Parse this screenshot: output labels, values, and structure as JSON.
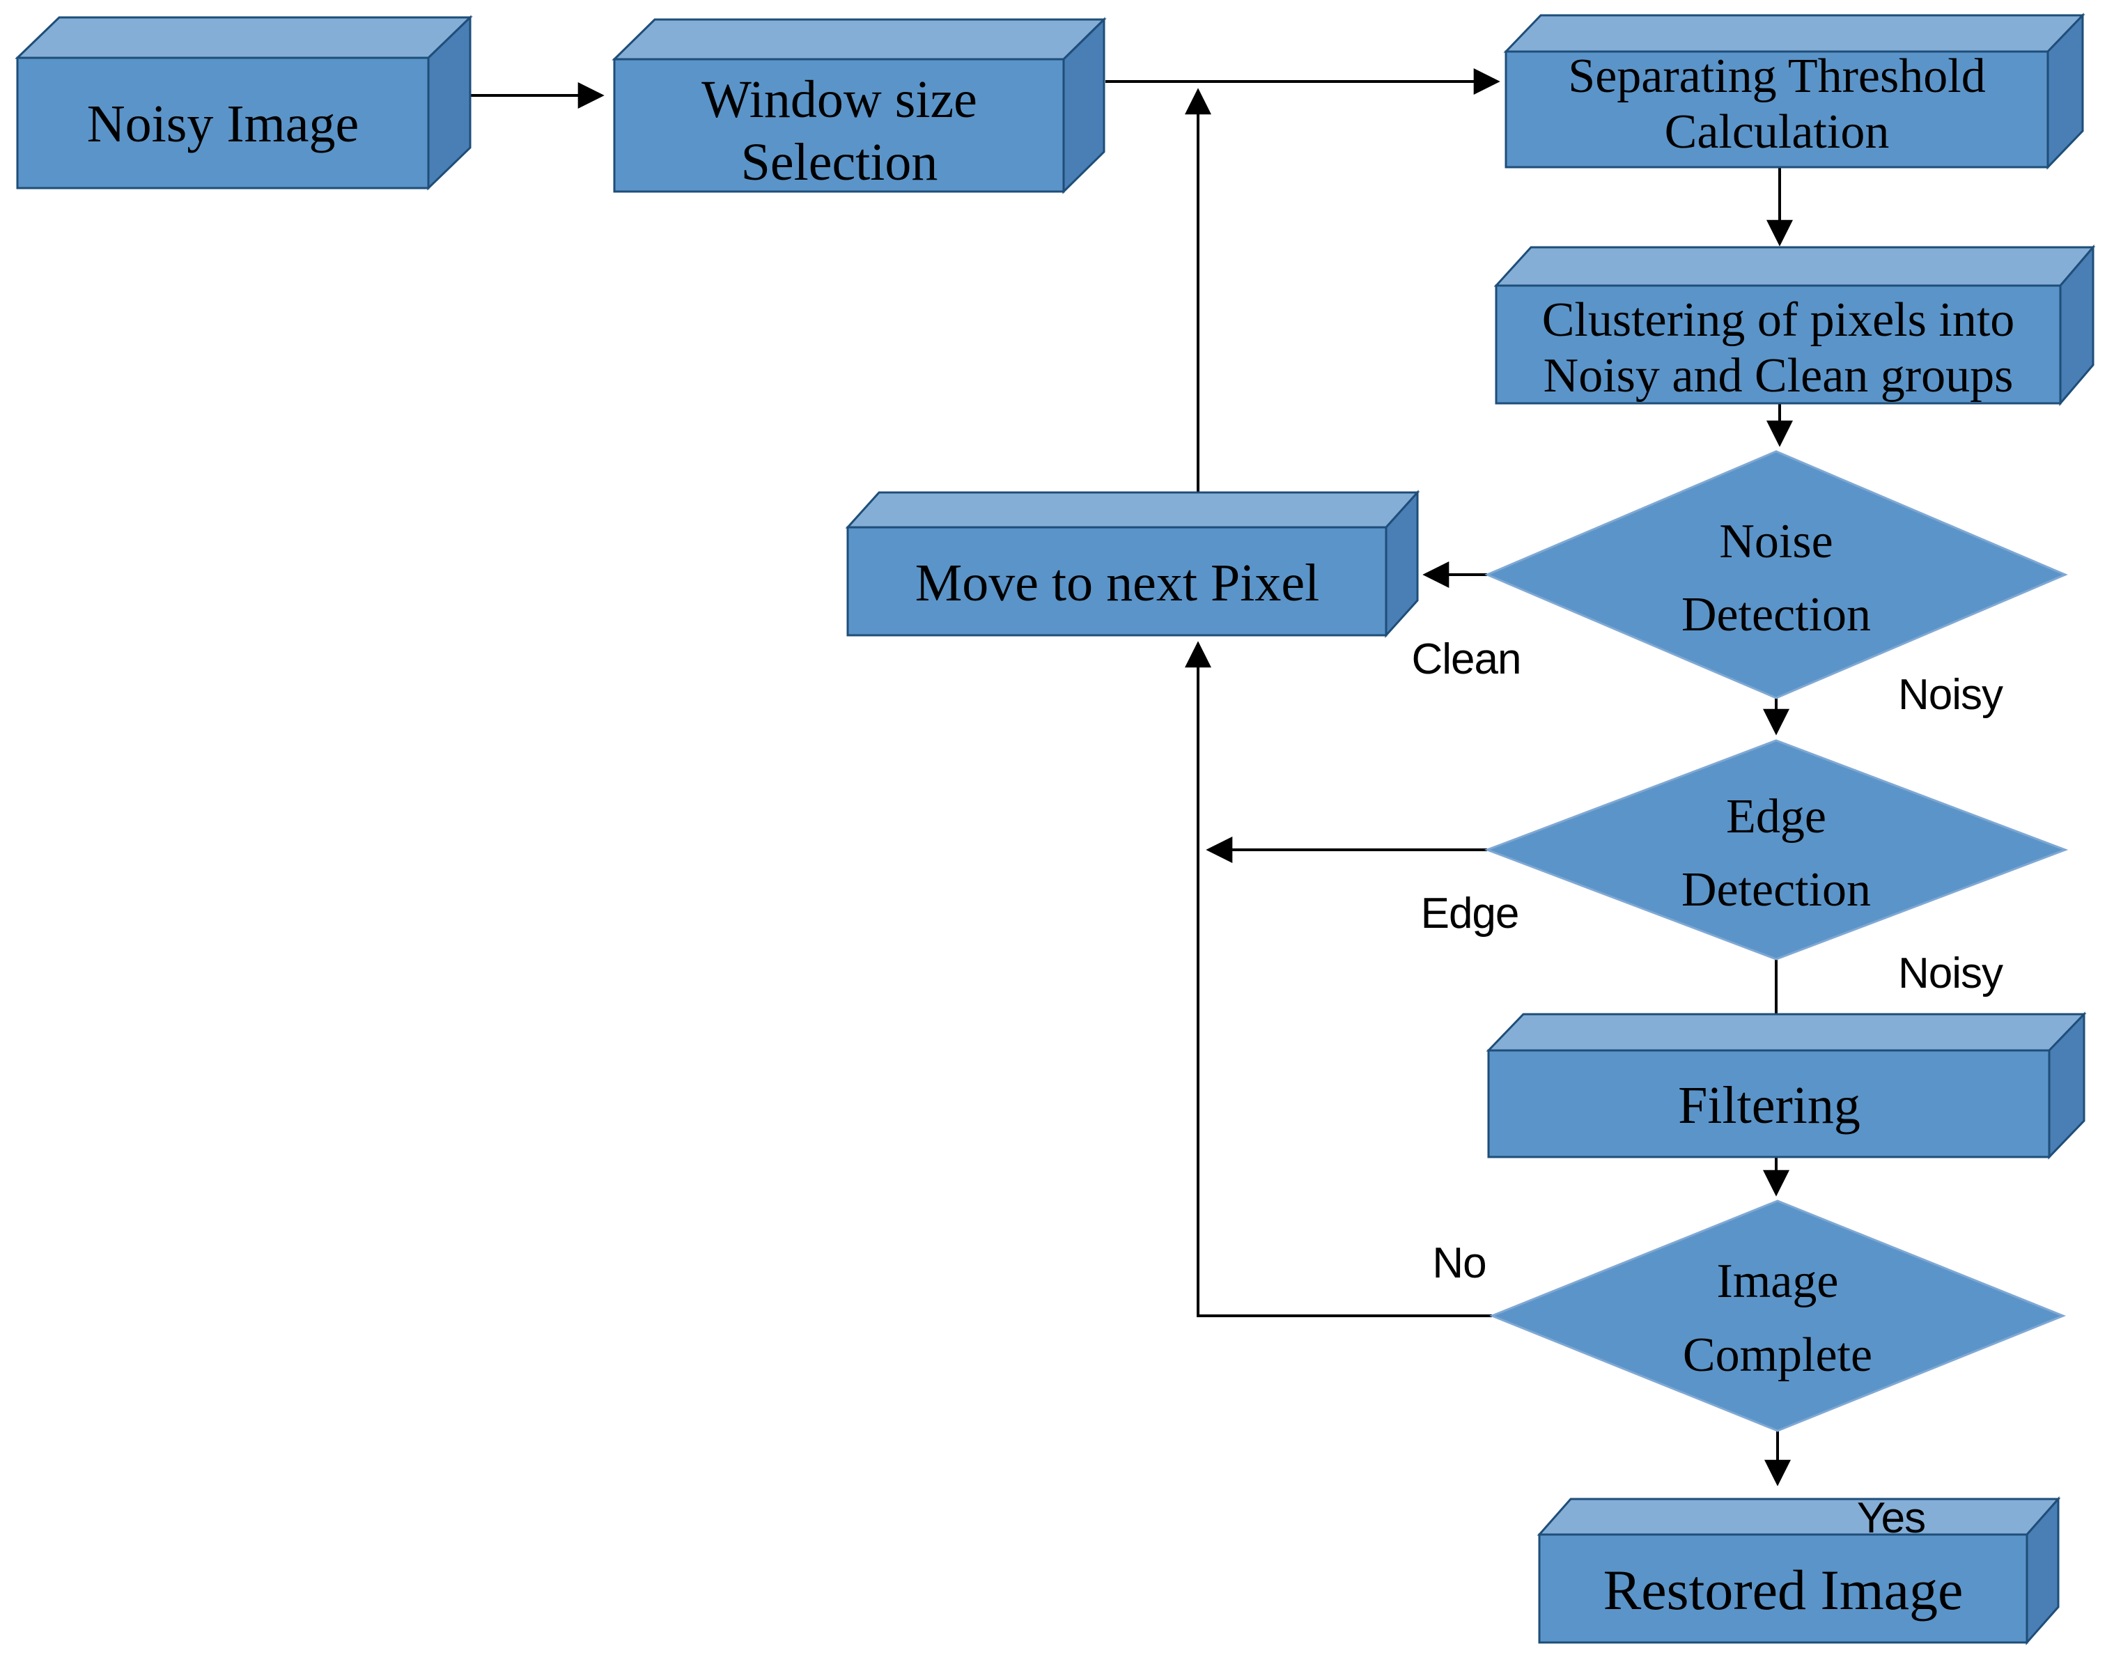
{
  "diagram": {
    "type": "flowchart",
    "description": "Image denoising algorithm flowchart",
    "nodes": {
      "noisy_image": {
        "label": "Noisy Image"
      },
      "window_size": {
        "line1": "Window size",
        "line2": "Selection"
      },
      "separating": {
        "line1": "Separating Threshold",
        "line2": "Calculation"
      },
      "clustering": {
        "line1": "Clustering of pixels into",
        "line2": "Noisy and Clean groups"
      },
      "noise_detection": {
        "line1": "Noise",
        "line2": "Detection"
      },
      "move_next": {
        "label": "Move to next Pixel"
      },
      "edge_detection": {
        "line1": "Edge",
        "line2": "Detection"
      },
      "filtering": {
        "label": "Filtering"
      },
      "image_complete": {
        "line1": "Image",
        "line2": "Complete"
      },
      "restored_image": {
        "label": "Restored Image"
      }
    },
    "edge_labels": {
      "clean": "Clean",
      "noisy1": "Noisy",
      "edge": "Edge",
      "noisy2": "Noisy",
      "no": "No",
      "yes": "Yes"
    },
    "colors": {
      "box_front": "#5b94c8",
      "box_top": "#85aed6",
      "box_side": "#4a7fb5",
      "box_border": "#1e4e79",
      "diamond_border": "#7fa8d4",
      "line": "#000000",
      "text": "#000000",
      "background": "#ffffff"
    }
  }
}
